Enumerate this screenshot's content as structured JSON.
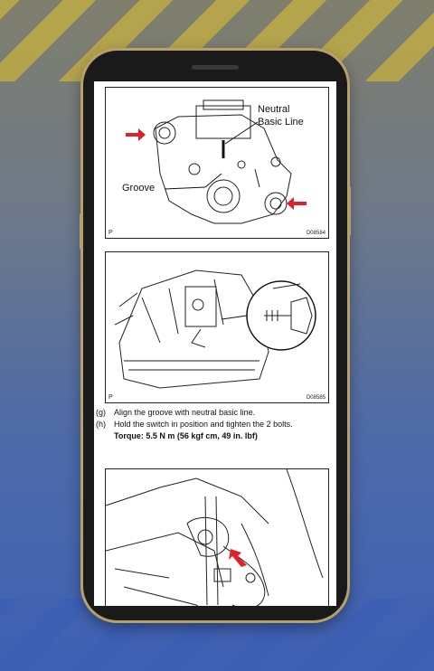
{
  "figure1": {
    "label_neutral": "Neutral",
    "label_basic_line": "Basic Line",
    "label_groove": "Groove",
    "corner_letter": "P",
    "code": "D08584"
  },
  "figure2": {
    "corner_letter": "P",
    "code": "D08585"
  },
  "steps": [
    {
      "letter": "(g)",
      "text": "Align the groove with neutral basic line."
    },
    {
      "letter": "(h)",
      "text": "Hold the switch in position and tighten the 2 bolts."
    }
  ],
  "torque": "Torque: 5.5 N m (56 kgf cm, 49 in. lbf)",
  "colors": {
    "arrow": "#e0202a",
    "frame": "#b8a06a"
  }
}
